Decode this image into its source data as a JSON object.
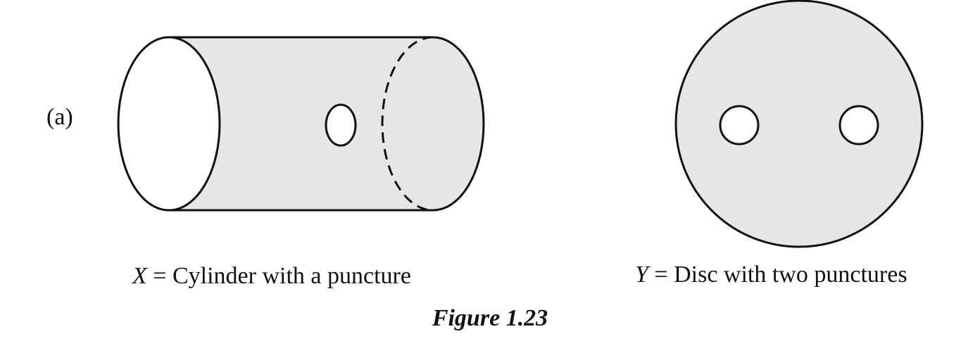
{
  "part_label": "(a)",
  "captions": {
    "cylinder": {
      "variable": "X",
      "text": " = Cylinder with a puncture"
    },
    "disc": {
      "variable": "Y",
      "text": " = Disc with two punctures"
    }
  },
  "figure_title": "Figure 1.23",
  "colors": {
    "shading": "#e6e6e6",
    "stroke": "#111111",
    "hole": "#ffffff"
  }
}
